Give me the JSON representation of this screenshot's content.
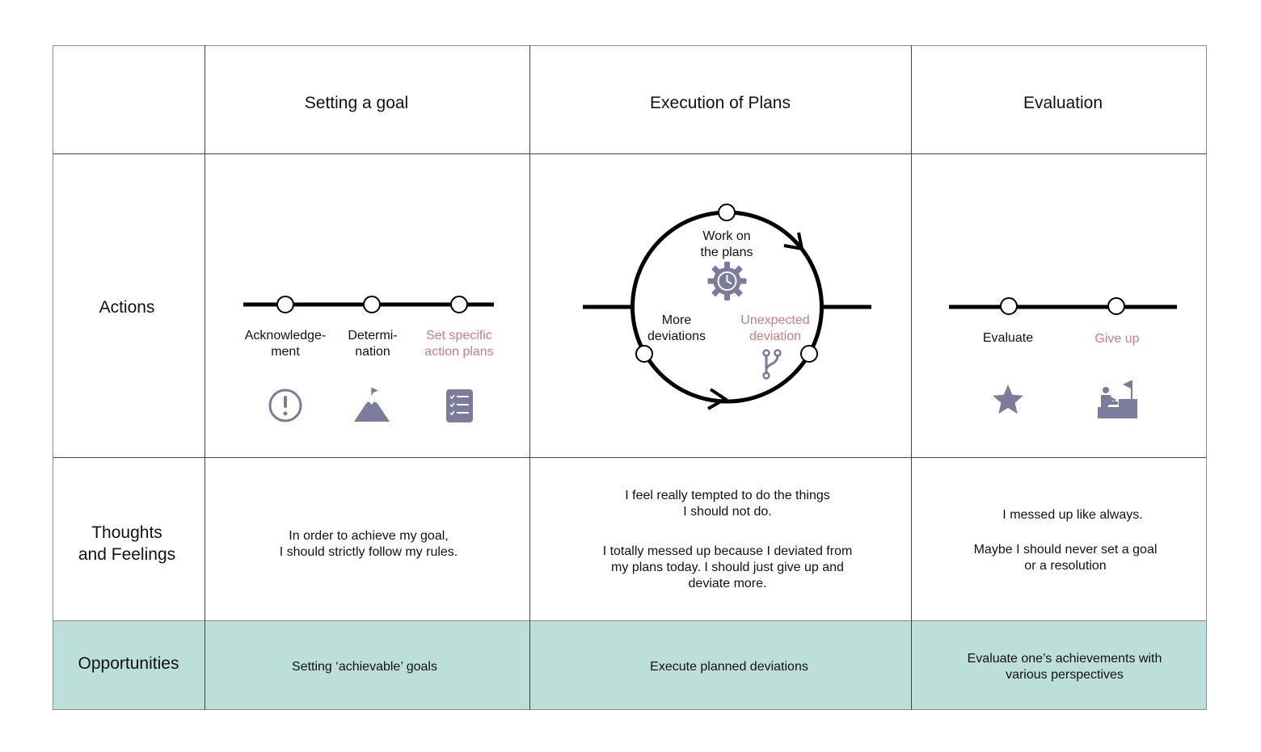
{
  "headers": {
    "setting_goal": "Setting a goal",
    "execution": "Execution of Plans",
    "evaluation": "Evaluation"
  },
  "rows": {
    "actions": "Actions",
    "thoughts_line1": "Thoughts",
    "thoughts_line2": "and Feelings",
    "opportunities": "Opportunities"
  },
  "setting_goal": {
    "steps": [
      {
        "line1": "Acknowledge-",
        "line2": "ment",
        "icon": "exclamation-circle-icon",
        "highlight": false
      },
      {
        "line1": "Determi-",
        "line2": "nation",
        "icon": "mountain-flag-icon",
        "highlight": false
      },
      {
        "line1": "Set specific",
        "line2": "action plans",
        "icon": "checklist-icon",
        "highlight": true
      }
    ],
    "thought_line1": "In order to achieve my goal,",
    "thought_line2": "I should strictly follow my rules.",
    "opportunity": "Setting ‘achievable’ goals"
  },
  "execution": {
    "work_line1": "Work on",
    "work_line2": "the plans",
    "more_line1": "More",
    "more_line2": "deviations",
    "unexpected_line1": "Unexpected",
    "unexpected_line2": "deviation",
    "work_icon": "gear-clock-icon",
    "unexpected_icon": "branch-icon",
    "thought1_line1": "I feel really tempted to do the things",
    "thought1_line2": "I should not do.",
    "thought2_line1": "I totally messed up because I deviated from",
    "thought2_line2": "my plans today. I should just give up  and",
    "thought2_line3": "deviate more.",
    "opportunity": "Execute planned deviations"
  },
  "evaluation": {
    "steps": [
      {
        "label": "Evaluate",
        "icon": "star-icon",
        "highlight": false
      },
      {
        "label": "Give up",
        "icon": "person-flag-icon",
        "highlight": true
      }
    ],
    "thought1": "I messed up like always.",
    "thought2_line1": "Maybe I should never set a goal",
    "thought2_line2": "or a resolution",
    "opportunity_line1": "Evaluate one’s achievements with",
    "opportunity_line2": "various perspectives"
  },
  "colors": {
    "icon": "#7b7b9c",
    "highlight": "#d17c7a",
    "opportunity_band": "#bcdfd9",
    "line": "#000000"
  }
}
